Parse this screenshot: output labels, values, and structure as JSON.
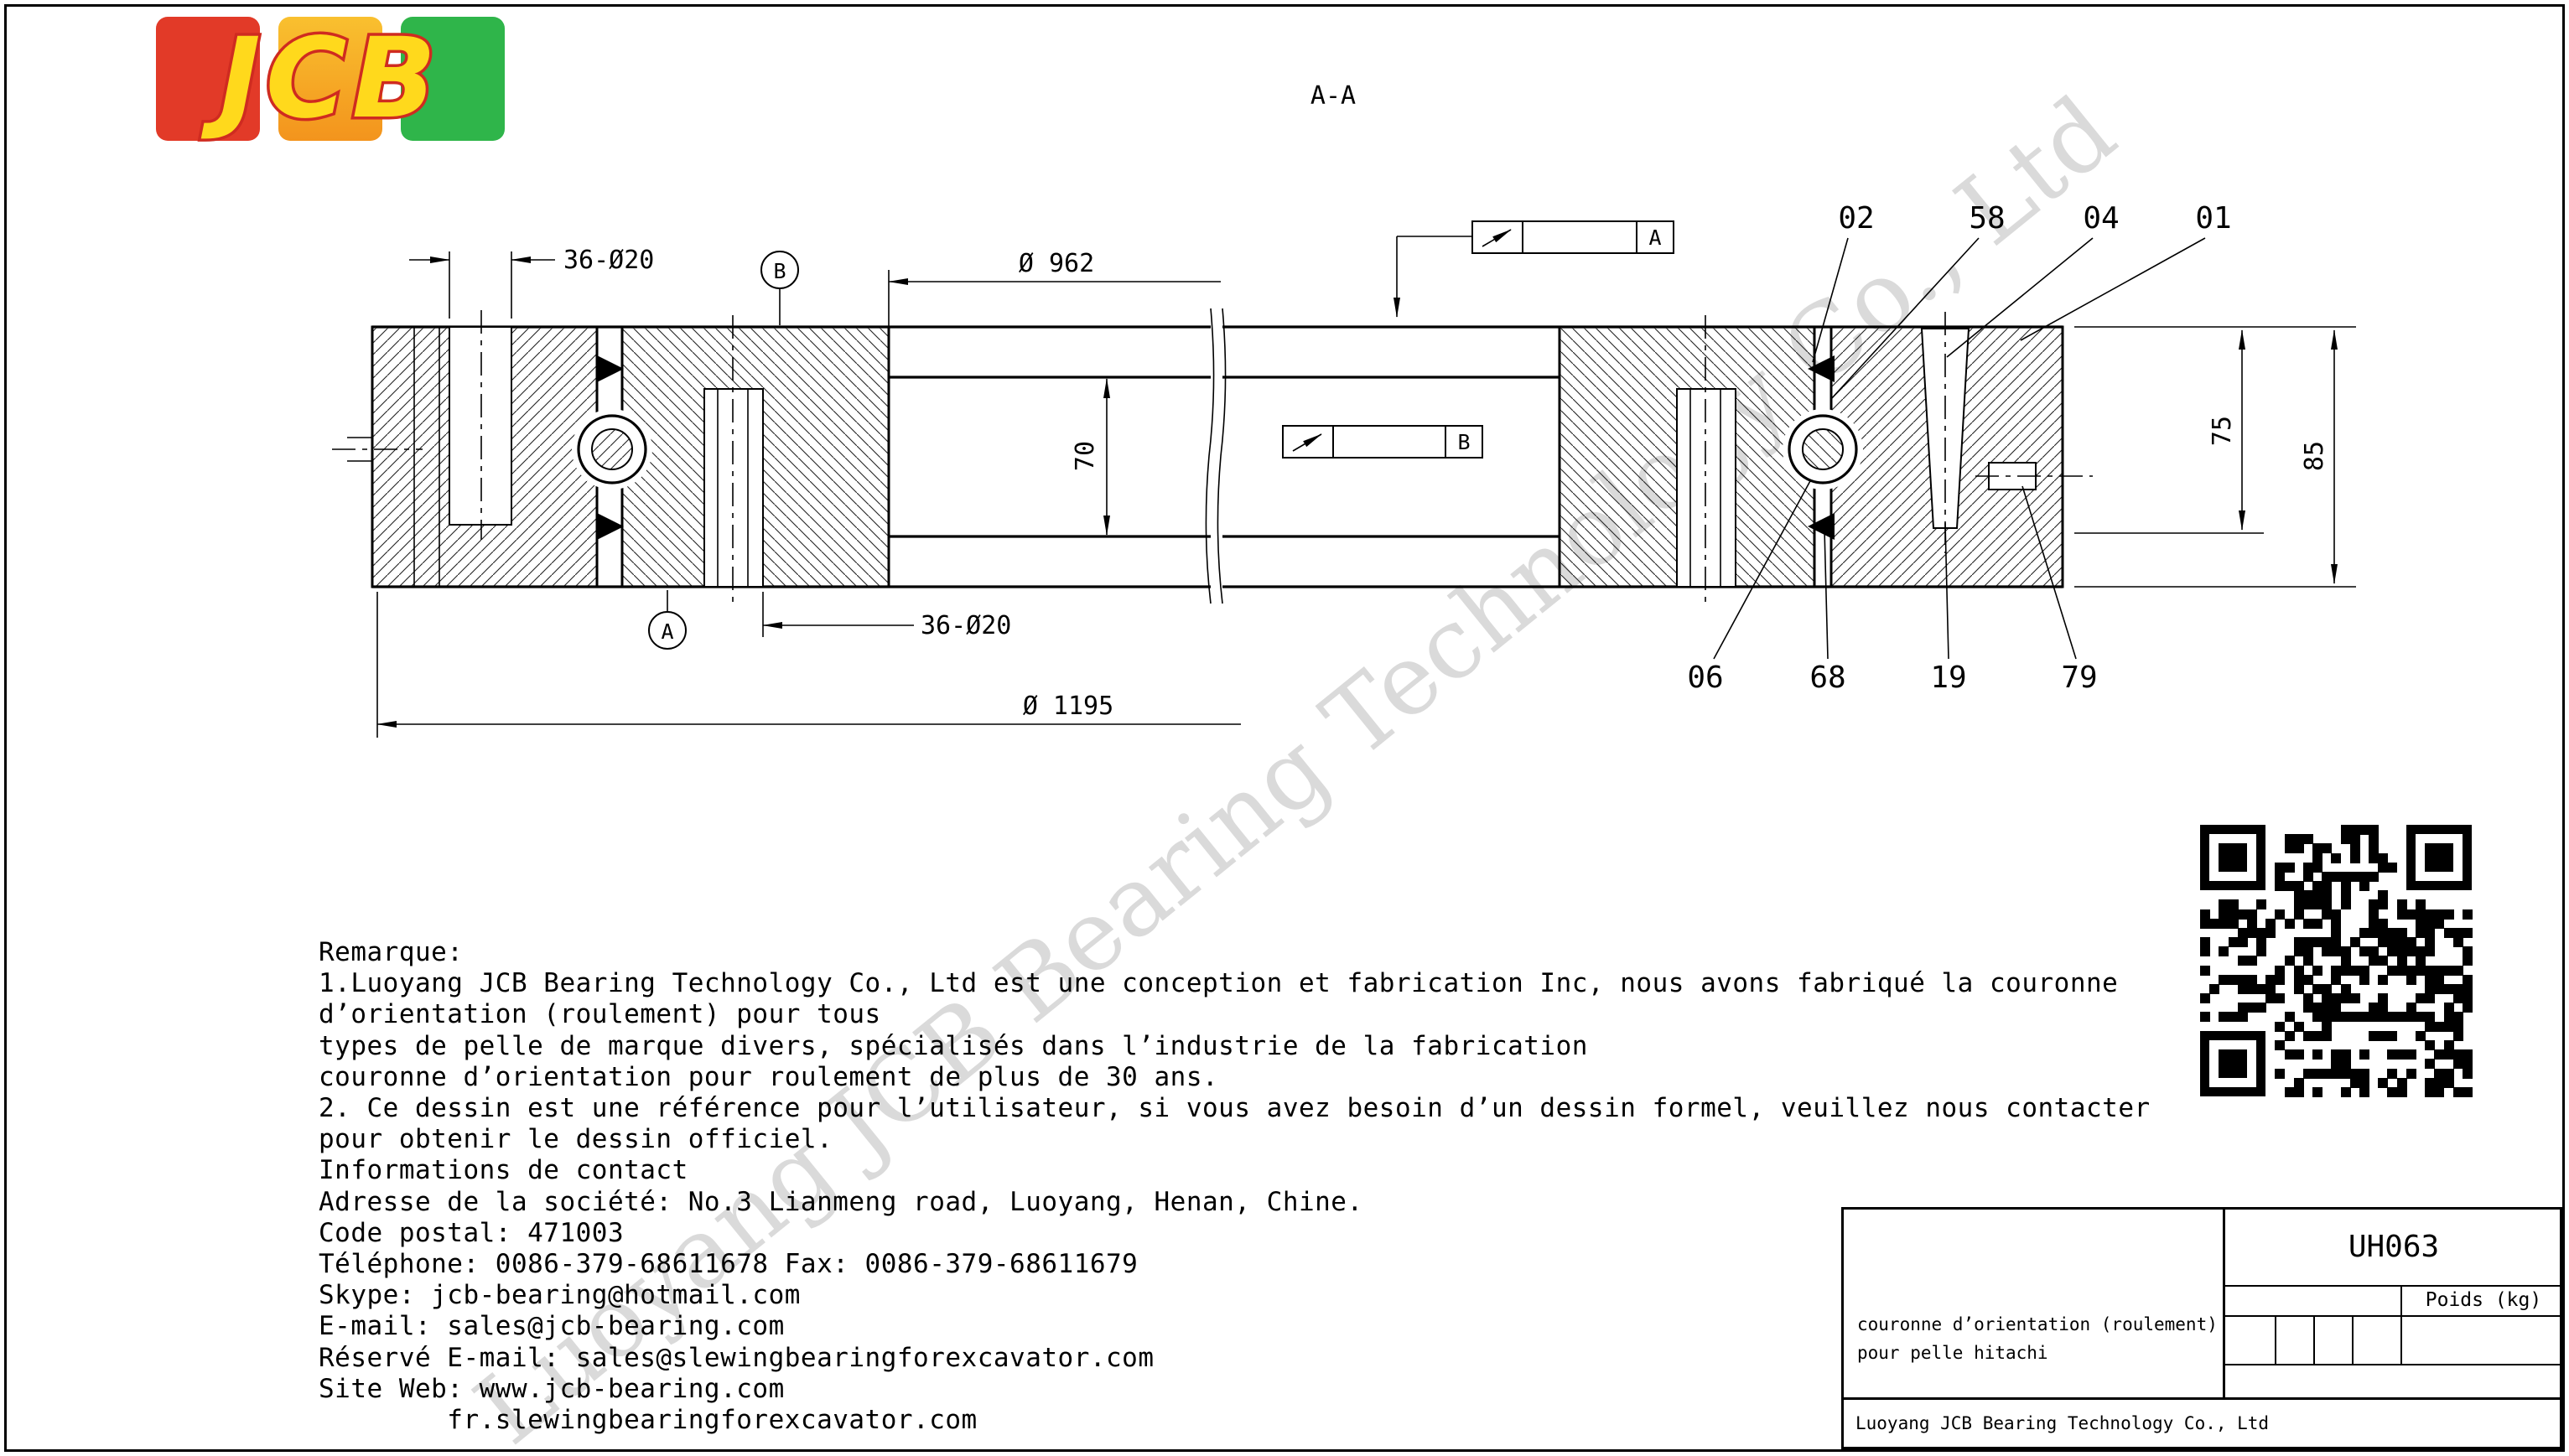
{
  "page": {
    "section_view_label": "A-A"
  },
  "logo": {
    "letters": "JCB"
  },
  "drawing": {
    "dims": {
      "outer_ring_bolt_holes": "36-Ø20",
      "bore_diameter": "Ø 962",
      "outer_diameter": "Ø 1195",
      "inner_ring_bolt_holes": "36-Ø20",
      "raceway_center_height": "70",
      "height_75": "75",
      "height_85": "85"
    },
    "detail_markers": {
      "a": "A",
      "b": "B"
    },
    "section_markers": {
      "a": "A",
      "b": "B"
    },
    "callouts_top": [
      "02",
      "58",
      "04",
      "01"
    ],
    "callouts_bottom": [
      "06",
      "68",
      "19",
      "79"
    ]
  },
  "watermark": "Luoyang JCB Bearing Technology Co., Ltd",
  "notes": {
    "lines": [
      "Remarque:",
      "1.Luoyang JCB Bearing Technology Co., Ltd est une conception et fabrication Inc, nous avons fabriqué la couronne",
      "d’orientation (roulement) pour tous",
      "types de pelle de marque divers, spécialisés dans l’industrie de la fabrication",
      "couronne d’orientation pour roulement de plus de 30 ans.",
      "2. Ce dessin est une référence pour l’utilisateur, si vous avez besoin d’un dessin formel, veuillez nous contacter",
      "pour obtenir le dessin officiel.",
      "Informations de contact",
      "Adresse de la société: No.3 Lianmeng road, Luoyang, Henan, Chine.",
      "Code postal: 471003",
      "Téléphone: 0086-379-68611678 Fax: 0086-379-68611679",
      "Skype: jcb-bearing@hotmail.com",
      "E-mail: sales@jcb-bearing.com",
      "Réservé E-mail: sales@slewingbearingforexcavator.com",
      "Site Web: www.jcb-bearing.com",
      "        fr.slewingbearingforexcavator.com"
    ]
  },
  "title_block": {
    "model": "UH063",
    "weight_label": "Poids (kg)",
    "description_lines": [
      "couronne d’orientation (roulement)",
      "pour pelle hitachi"
    ],
    "company": "Luoyang JCB Bearing Technology Co., Ltd"
  }
}
